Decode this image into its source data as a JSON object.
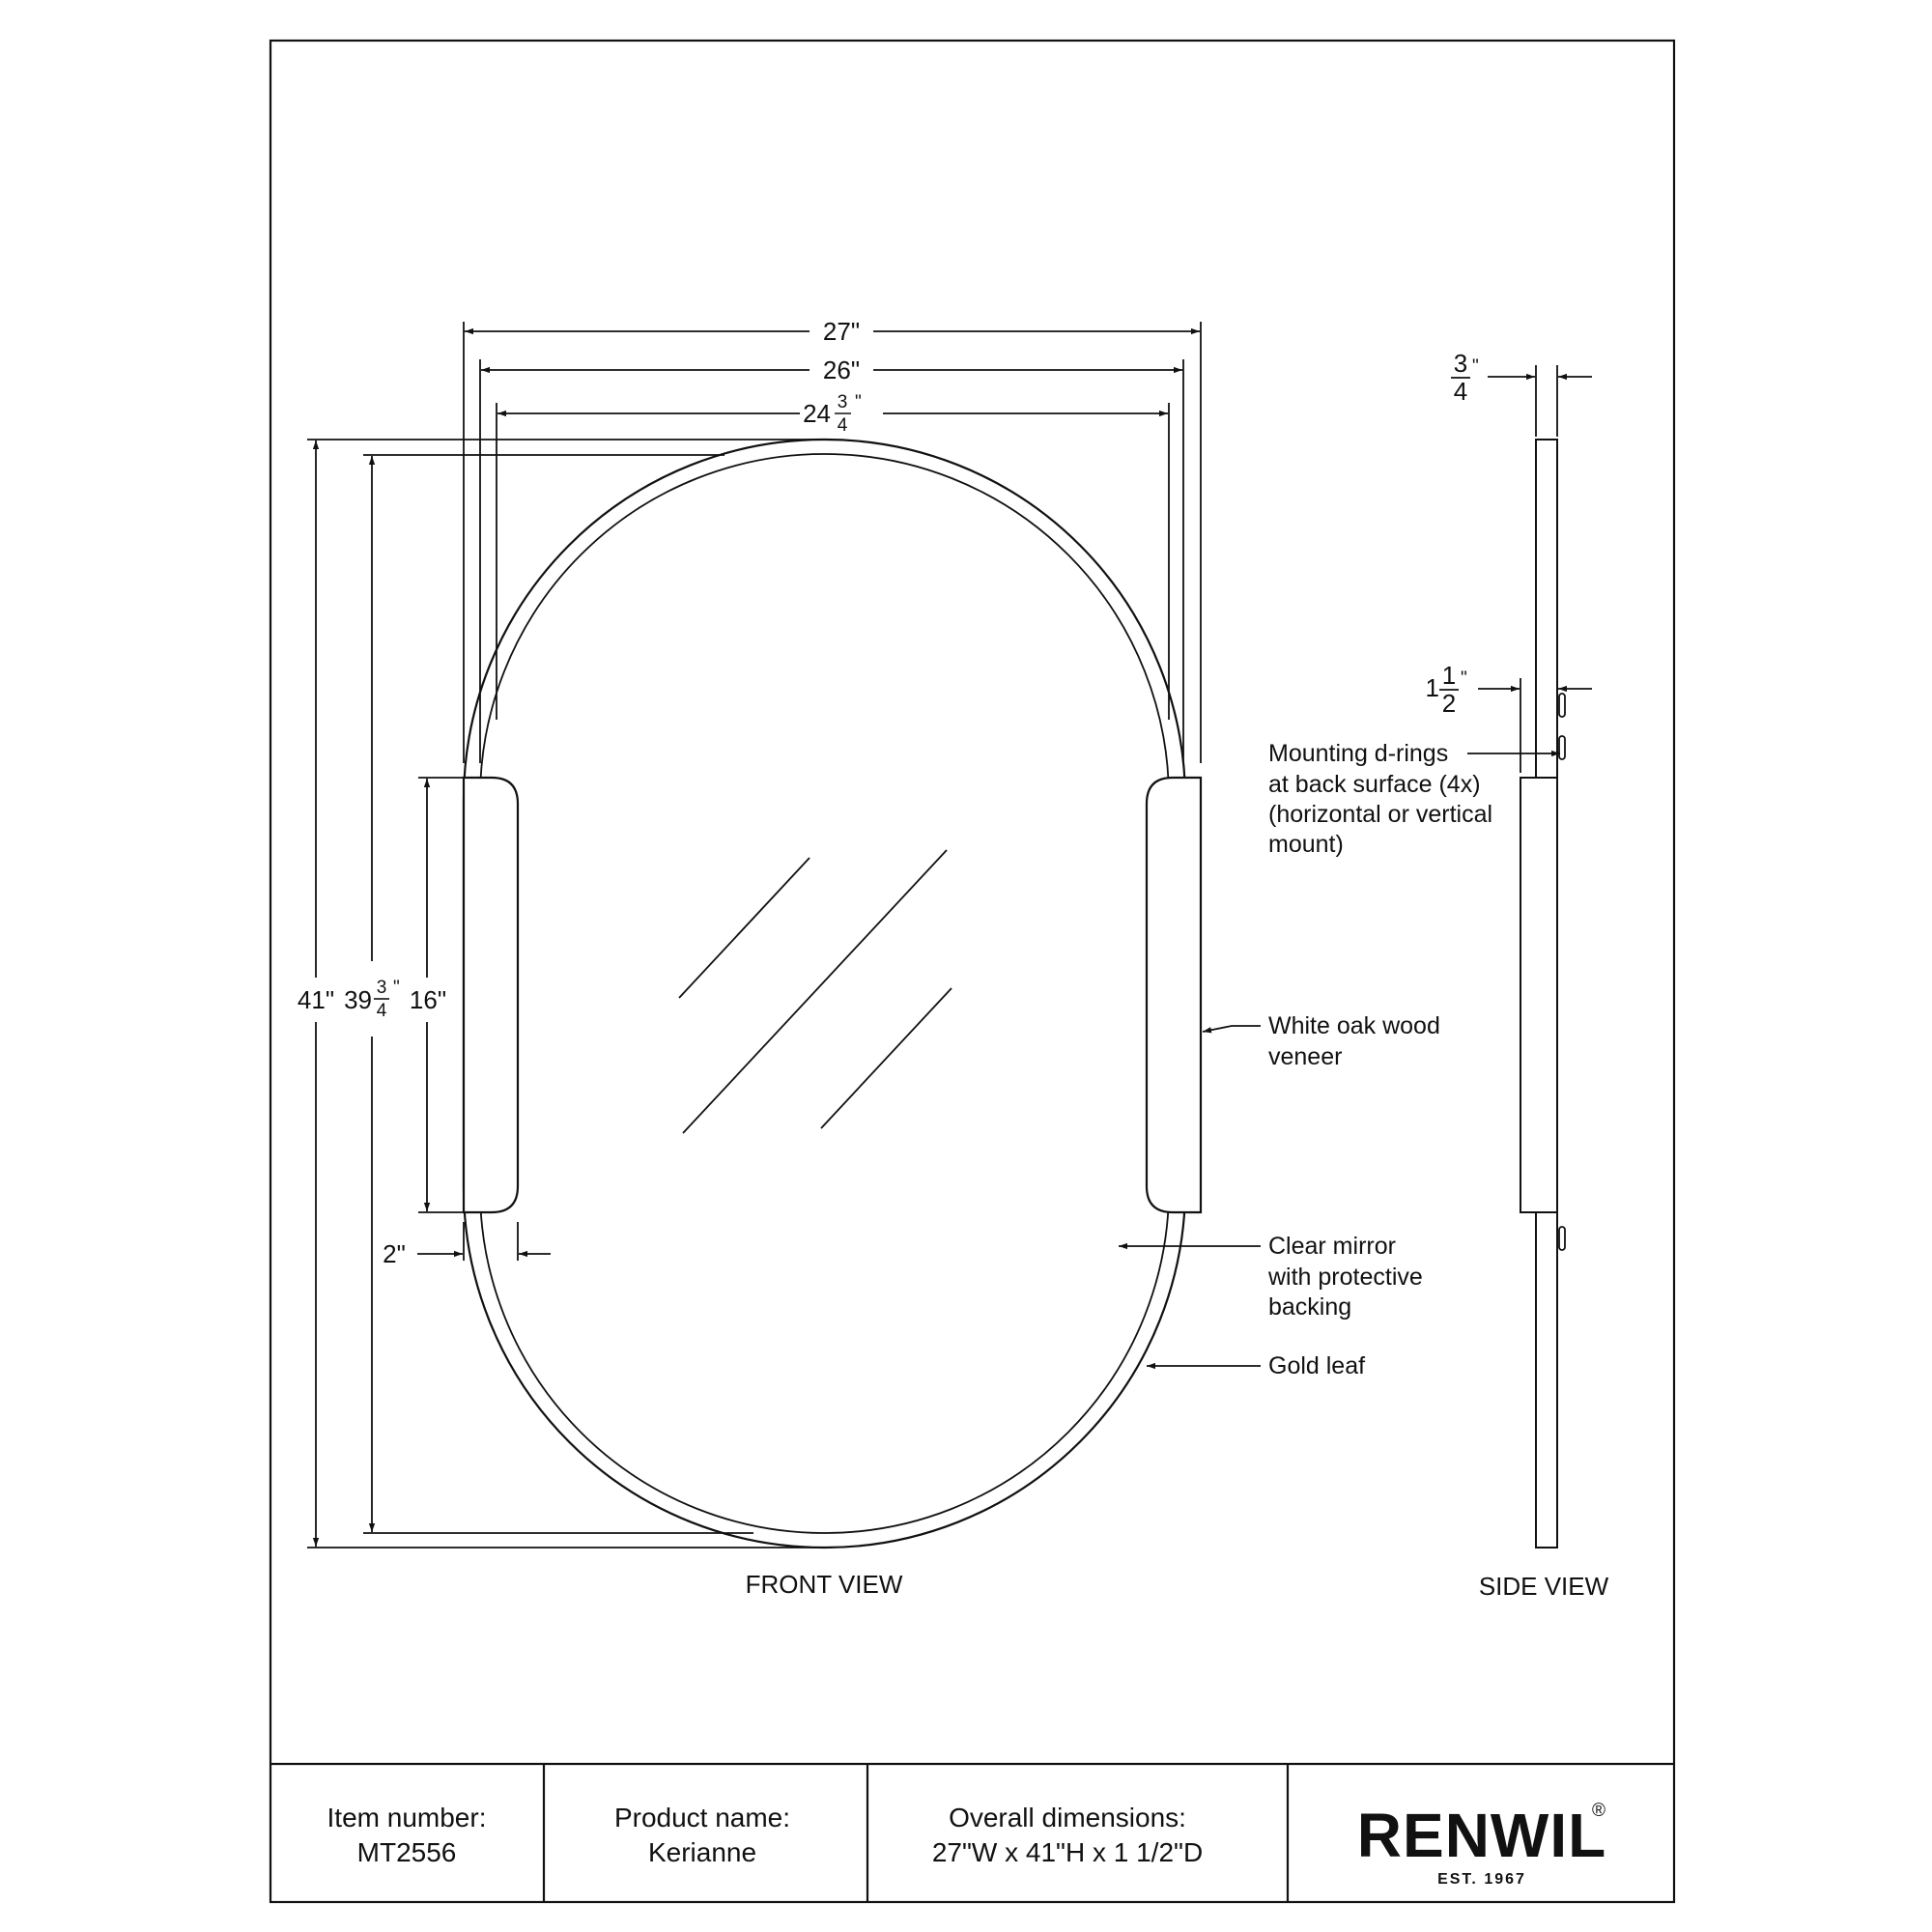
{
  "views": {
    "front": "FRONT VIEW",
    "side": "SIDE VIEW"
  },
  "dimensions": {
    "width_overall": "27\"",
    "width_mid": "26\"",
    "width_inner_whole": "24",
    "height_overall": "41\"",
    "height_inner_whole": "39",
    "handle_height": "16\"",
    "handle_offset": "2\"",
    "depth_top_whole": "",
    "depth_handle_whole": "1",
    "frac_num": "3",
    "frac_den": "4",
    "half_num": "1",
    "half_den": "2",
    "inch_mark": "\""
  },
  "callouts": {
    "d_rings": [
      "Mounting d-rings",
      "at back surface (4x)",
      "(horizontal or vertical",
      "mount)"
    ],
    "veneer": [
      "White oak wood",
      "veneer"
    ],
    "mirror": [
      "Clear  mirror",
      "with protective",
      "backing"
    ],
    "gold": [
      "Gold  leaf"
    ]
  },
  "title_block": {
    "item_label": "Item number:",
    "item_value": "MT2556",
    "product_label": "Product name:",
    "product_value": "Kerianne",
    "dims_label": "Overall dimensions:",
    "dims_value": "27\"W x 41\"H x 1 1/2\"D",
    "brand": "RENWIL",
    "brand_mark": "®",
    "brand_est": "EST. 1967"
  }
}
